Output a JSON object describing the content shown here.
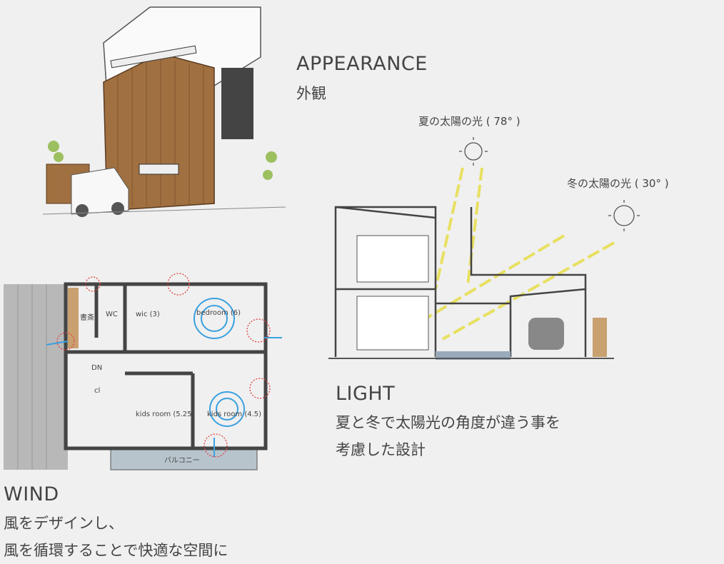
{
  "appearance": {
    "title": "APPEARANCE",
    "subtitle": "外観"
  },
  "light": {
    "title": "LIGHT",
    "lines": [
      "夏と冬で太陽光の角度が違う事を",
      "考慮した設計"
    ],
    "summer_label": "夏の太陽の光 ( 78° )",
    "winter_label": "冬の太陽の光 (  30° )",
    "sunlight_color": "#e8e060"
  },
  "wind": {
    "title": "WIND",
    "lines": [
      "風をデザインし、",
      "風を循環することで快適な空間に"
    ],
    "arrow_color": "#3aa0e0",
    "marker_color": "#e04040"
  },
  "floorplan": {
    "rooms": [
      "書斎",
      "WC",
      "wic (3)",
      "bedroom (6)",
      "kids room (5.25)",
      "kids room (4.5)",
      "バルコニー",
      "DN",
      "cl"
    ]
  }
}
